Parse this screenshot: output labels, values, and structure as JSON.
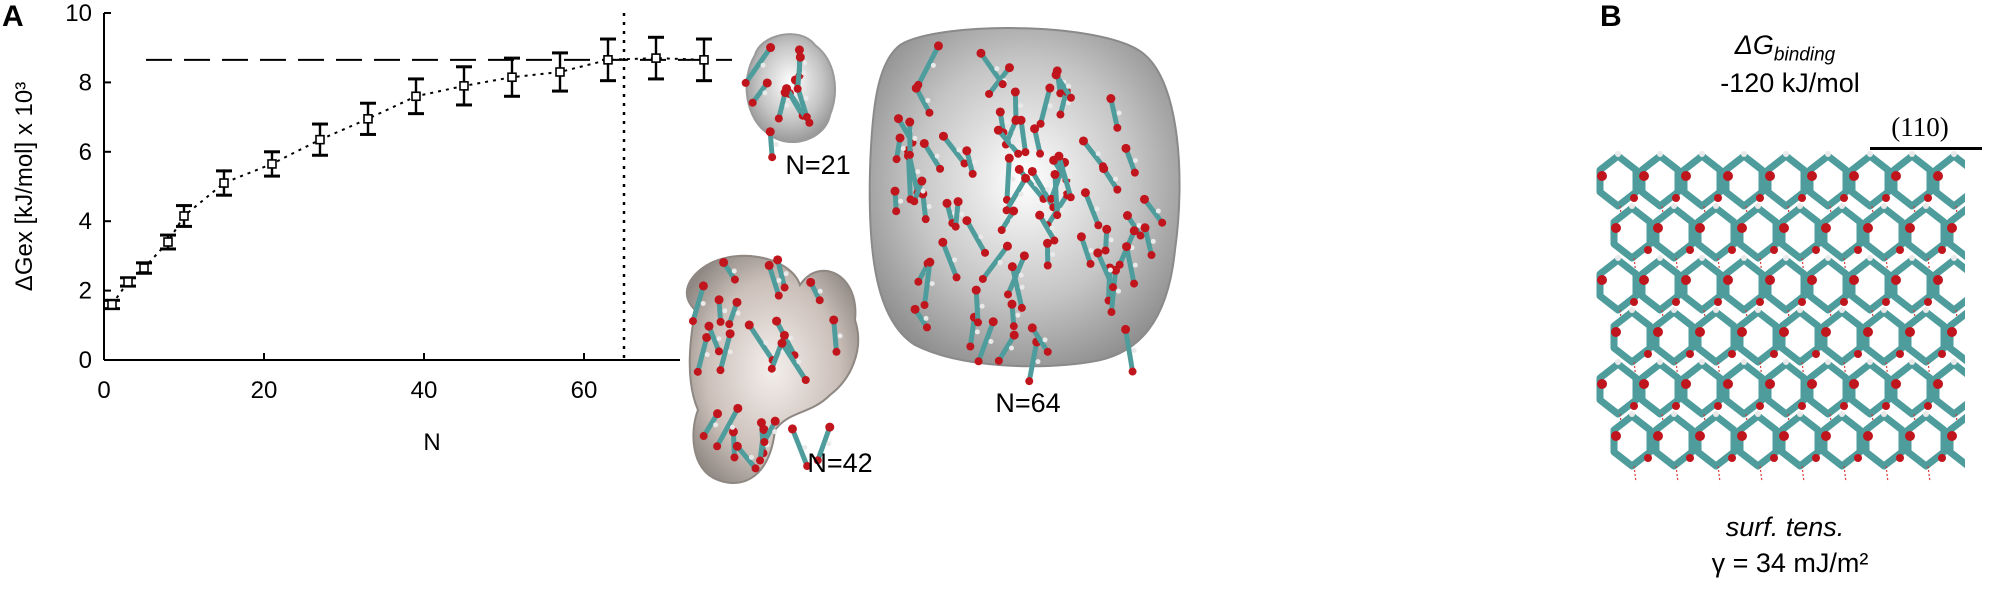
{
  "panels": {
    "a_letter": "A",
    "b_letter": "B"
  },
  "chart_data": {
    "type": "scatter",
    "xlabel": "N",
    "ylabel": "ΔGex [kJ/mol] x 10³",
    "xlim": [
      0,
      72
    ],
    "ylim": [
      0,
      10
    ],
    "x_ticks": [
      "0",
      "20",
      "40",
      "60"
    ],
    "y_ticks": [
      "0",
      "2",
      "4",
      "6",
      "8",
      "10"
    ],
    "grid": false,
    "series": [
      {
        "x": [
          1,
          3,
          5,
          8,
          10,
          15,
          21,
          27,
          33,
          39,
          45,
          51,
          57,
          63,
          69,
          75
        ],
        "y": [
          1.6,
          2.25,
          2.65,
          3.4,
          4.15,
          5.1,
          5.65,
          6.35,
          6.95,
          7.6,
          7.9,
          8.15,
          8.3,
          8.65,
          8.7,
          8.65
        ],
        "err": [
          0.12,
          0.12,
          0.15,
          0.2,
          0.3,
          0.35,
          0.35,
          0.45,
          0.45,
          0.5,
          0.55,
          0.55,
          0.55,
          0.6,
          0.6,
          0.6
        ]
      }
    ],
    "plateau_y": 8.65,
    "vertical_marker_x": 65
  },
  "clusters": {
    "small": {
      "label": "N=21"
    },
    "medium": {
      "label": "N=42"
    },
    "large": {
      "label": "N=64"
    }
  },
  "panel_b": {
    "title_prefix": "ΔG",
    "title_sub": "binding",
    "value": "-120 kJ/mol",
    "miller": "(110)",
    "surf_label": "surf. tens.",
    "gamma": "γ = 34 mJ/m²"
  },
  "colors": {
    "carbon": "#4e9c9c",
    "oxygen": "#c0151c",
    "hydrogen": "#e9e9e9",
    "surface": "#a8a8a8"
  }
}
